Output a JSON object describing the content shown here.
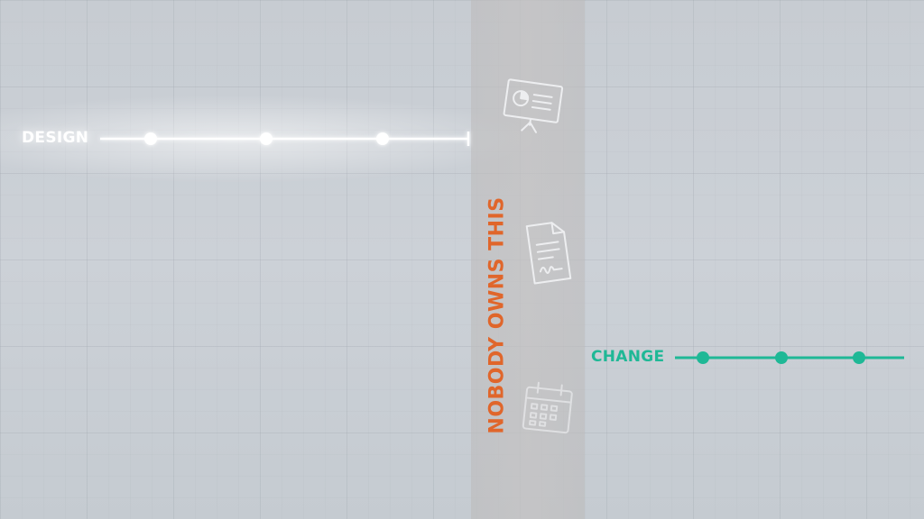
{
  "colors": {
    "design": "#ffffff",
    "change": "#1fb896",
    "gap_title": "#e0662b",
    "icon_stroke": "#f2f3f5"
  },
  "design_timeline": {
    "label": "DESIGN",
    "milestones": 3
  },
  "change_timeline": {
    "label": "CHANGE",
    "milestones": 3
  },
  "gap": {
    "title": "NOBODY OWNS THIS"
  },
  "icons": [
    "presentation-icon",
    "document-icon",
    "calendar-icon"
  ]
}
